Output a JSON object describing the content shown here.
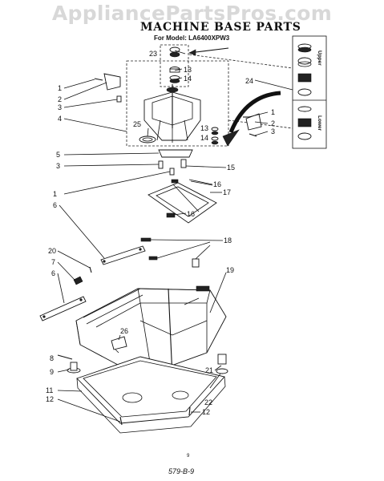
{
  "watermark": "AppliancePartsPros.com",
  "title": "MACHINE BASE PARTS",
  "subtitle": "For Model: LA6400XPW3",
  "side_labels": {
    "upper": "Upper",
    "lower": "Lower"
  },
  "part_labels": {
    "l23": "23",
    "l13a": "13",
    "l14a": "14",
    "l25": "25",
    "l24": "24",
    "l1a": "1",
    "l2a": "2",
    "l3a": "3",
    "l4": "4",
    "l1b": "1",
    "l2b": "2",
    "l3b": "3",
    "l13b": "13",
    "l14b": "14",
    "l5": "5",
    "l3c": "3",
    "l15": "15",
    "l16a": "16",
    "l17": "17",
    "l16b": "16",
    "l1c": "1",
    "l6a": "6",
    "l18": "18",
    "l20": "20",
    "l7": "7",
    "l6b": "6",
    "l19": "19",
    "l26": "26",
    "l8": "8",
    "l9": "9",
    "l21": "21",
    "l11": "11",
    "l12a": "12",
    "l22": "22",
    "l12b": "12"
  },
  "page_mark": "9",
  "footer": "579-B-9"
}
